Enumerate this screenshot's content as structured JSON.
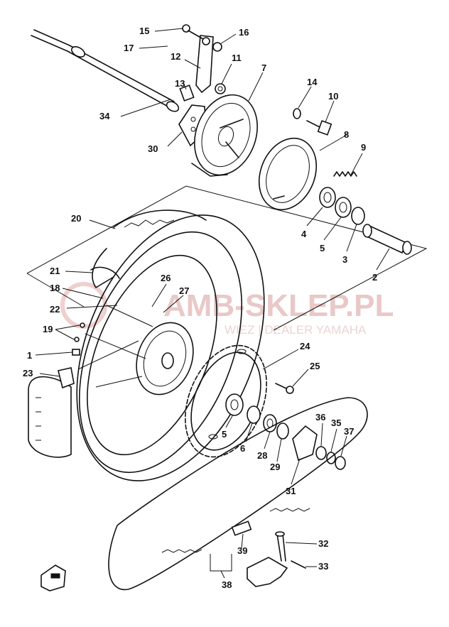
{
  "watermark": {
    "brand": "AMB-SKLEP.PL",
    "tagline": "WIEZ | DEALER YAMAHA"
  },
  "callouts": [
    {
      "id": "c1",
      "text": "1"
    },
    {
      "id": "c2",
      "text": "2"
    },
    {
      "id": "c3",
      "text": "3"
    },
    {
      "id": "c4",
      "text": "4"
    },
    {
      "id": "c5a",
      "text": "5"
    },
    {
      "id": "c5b",
      "text": "5"
    },
    {
      "id": "c6",
      "text": "6"
    },
    {
      "id": "c7",
      "text": "7"
    },
    {
      "id": "c8",
      "text": "8"
    },
    {
      "id": "c9",
      "text": "9"
    },
    {
      "id": "c10",
      "text": "10"
    },
    {
      "id": "c11",
      "text": "11"
    },
    {
      "id": "c12",
      "text": "12"
    },
    {
      "id": "c13",
      "text": "13"
    },
    {
      "id": "c14",
      "text": "14"
    },
    {
      "id": "c15",
      "text": "15"
    },
    {
      "id": "c16",
      "text": "16"
    },
    {
      "id": "c17",
      "text": "17"
    },
    {
      "id": "c18",
      "text": "18"
    },
    {
      "id": "c19",
      "text": "19"
    },
    {
      "id": "c20",
      "text": "20"
    },
    {
      "id": "c21",
      "text": "21"
    },
    {
      "id": "c22",
      "text": "22"
    },
    {
      "id": "c23",
      "text": "23"
    },
    {
      "id": "c24",
      "text": "24"
    },
    {
      "id": "c25",
      "text": "25"
    },
    {
      "id": "c26",
      "text": "26"
    },
    {
      "id": "c27",
      "text": "27"
    },
    {
      "id": "c28",
      "text": "28"
    },
    {
      "id": "c29",
      "text": "29"
    },
    {
      "id": "c30",
      "text": "30"
    },
    {
      "id": "c31",
      "text": "31"
    },
    {
      "id": "c32",
      "text": "32"
    },
    {
      "id": "c33",
      "text": "33"
    },
    {
      "id": "c34",
      "text": "34"
    },
    {
      "id": "c35",
      "text": "35"
    },
    {
      "id": "c36",
      "text": "36"
    },
    {
      "id": "c37",
      "text": "37"
    },
    {
      "id": "c38",
      "text": "38"
    },
    {
      "id": "c39",
      "text": "39"
    }
  ]
}
